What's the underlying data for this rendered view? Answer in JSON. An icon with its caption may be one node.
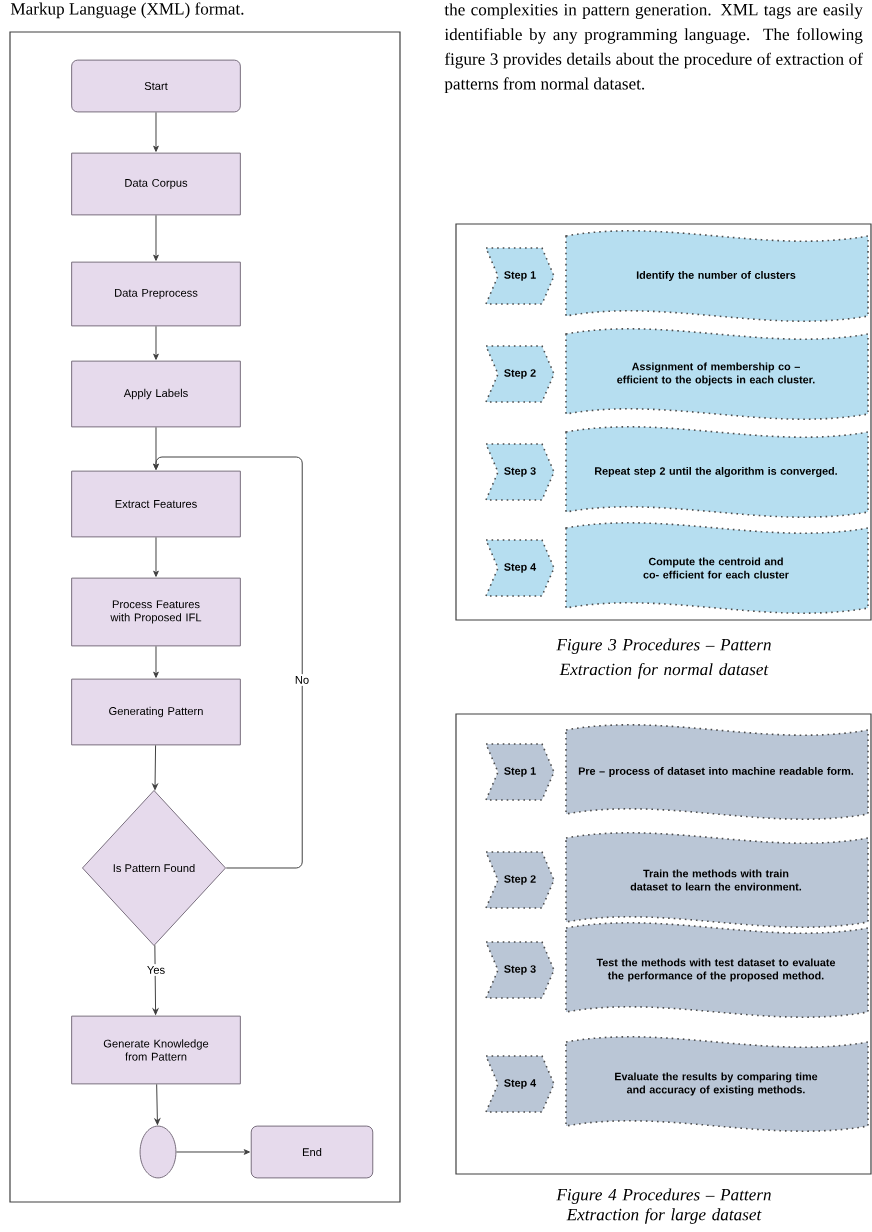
{
  "diagram": {
    "nodes": [
      {
        "text": [
          "Start"
        ]
      },
      {
        "text": [
          "Data Corpus"
        ]
      },
      {
        "text": [
          "Data Preprocess"
        ]
      },
      {
        "text": [
          "Apply Labels"
        ]
      },
      {
        "text": [
          "Extract Features"
        ]
      },
      {
        "text": [
          "Process Features with Proposed IFL"
        ]
      },
      {
        "text": [
          "Generating Pattern"
        ]
      },
      {
        "text": [
          "Is Pattern Found"
        ]
      },
      {
        "text": [
          "Generate Knowledge from Pattern"
        ]
      },
      {
        "text": [],
        "shape": "circle"
      },
      {
        "text": [
          "End"
        ]
      },
      {
        "text": [
          "Step 1"
        ]
      },
      {
        "text": [
          "Identify the number of clusters"
        ]
      },
      {
        "text": [
          "Step 2"
        ]
      },
      {
        "text": [
          "Assignment of membership co – efficient to the objects in each cluster."
        ]
      },
      {
        "text": [
          "Step 3"
        ]
      },
      {
        "text": [
          "Repeat step 2 until the algorithm is converged."
        ]
      },
      {
        "text": [
          "Step 4"
        ]
      },
      {
        "text": [
          "Compute the centroid and co- efficient for each cluster"
        ]
      },
      {
        "text": [
          "Step 1"
        ]
      },
      {
        "text": [
          "Pre – process of dataset into machine readable form."
        ]
      },
      {
        "text": [
          "Step 2"
        ]
      },
      {
        "text": [
          "Train the methods with train dataset to learn the environment."
        ]
      },
      {
        "text": [
          "Step 3"
        ]
      },
      {
        "text": [
          "Test the methods with test dataset to evaluate the performance of the proposed method."
        ]
      },
      {
        "text": [
          "Step 4"
        ]
      },
      {
        "text": [
          "Evaluate the results by comparing time and accuracy of existing methods."
        ]
      }
    ],
    "edges": [
      {
        "from": 0,
        "to": 1,
        "arrow": "to"
      },
      {
        "from": 1,
        "to": 2,
        "arrow": "to"
      },
      {
        "from": 2,
        "to": 3,
        "arrow": "to"
      },
      {
        "from": 3,
        "to": 4,
        "arrow": "to"
      },
      {
        "from": 4,
        "to": 5,
        "arrow": "to"
      },
      {
        "from": 5,
        "to": 6,
        "arrow": "to"
      },
      {
        "from": 6,
        "to": 7,
        "arrow": "to"
      },
      {
        "from": 7,
        "to": 4,
        "arrow": "to",
        "label": "No"
      },
      {
        "from": 7,
        "to": 8,
        "arrow": "to",
        "label": "Yes"
      },
      {
        "from": 8,
        "to": 9,
        "arrow": "to"
      },
      {
        "from": 9,
        "to": 10,
        "arrow": "to"
      }
    ],
    "labels": [
      "Markup Language (XML) format.",
      "the complexities in pattern generation. XML tags are easily identifiable by any programming language. The following figure 3 provides details about the procedure of extraction of patterns from normal dataset.",
      "Figure 3 Procedures – Pattern Extraction for normal dataset",
      "Figure 4 Procedures – Pattern Extraction for large dataset"
    ]
  }
}
